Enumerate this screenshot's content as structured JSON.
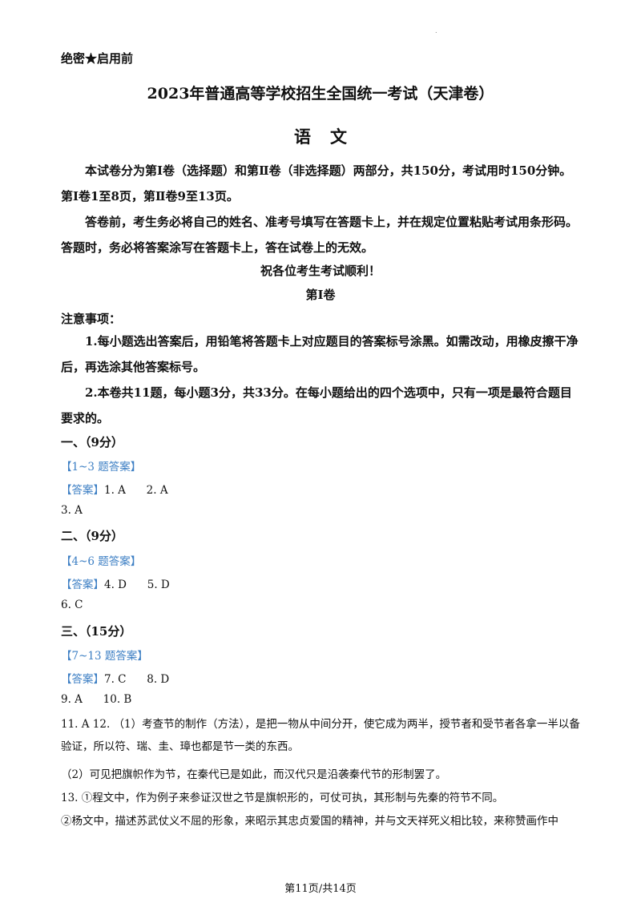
{
  "header": {
    "secret": "绝密★启用前",
    "title": "2023年普通高等学校招生全国统一考试（天津卷）",
    "subject": "语文"
  },
  "intro": {
    "p1": "本试卷分为第Ⅰ卷（选择题）和第Ⅱ卷（非选择题）两部分，共150分，考试用时150分钟。第Ⅰ卷1至8页，第Ⅱ卷9至13页。",
    "p2": "答卷前，考生务必将自己的姓名、准考号填写在答题卡上，并在规定位置粘贴考试用条形码。答题时，务必将答案涂写在答题卡上，答在试卷上的无效。",
    "wish": "祝各位考生考试顺利！",
    "part": "第Ⅰ卷"
  },
  "notes": {
    "heading": "注意事项：",
    "n1": "1.每小题选出答案后，用铅笔将答题卡上对应题目的答案标号涂黑。如需改动，用橡皮擦干净后，再选涂其他答案标号。",
    "n2": "2.本卷共11题，每小题3分，共33分。在每小题给出的四个选项中，只有一项是最符合题目要求的。"
  },
  "sections": [
    {
      "heading": "一、（9分）",
      "tag": "【1~3 题答案】",
      "answer_tag": "【答案】",
      "line1": "1. A      2. A",
      "line2": "3. A"
    },
    {
      "heading": "二、（9分）",
      "tag": "【4~6 题答案】",
      "answer_tag": "【答案】",
      "line1": "4. D      5. D",
      "line2": "6. C"
    },
    {
      "heading": "三、（15分）",
      "tag": "【7~13 题答案】",
      "answer_tag": "【答案】",
      "line1": "7. C      8. D",
      "line2": "9. A      10. B"
    }
  ],
  "answers_text": {
    "a11_12": "11. A      12. （1）考查节的制作（方法），是把一物从中间分开，使它成为两半，授节者和受节者各拿一半以备验证，所以符、瑞、圭、璋也都是节一类的东西。",
    "a12_2": "（2）可见把旗帜作为节，在秦代已是如此，而汉代只是沿袭秦代节的形制罢了。",
    "a13_1": "13. ①程文中，作为例子来参证汉世之节是旗帜形的，可仗可执，其形制与先秦的符节不同。",
    "a13_2": "②杨文中，描述苏武仗义不屈的形象，来昭示其忠贞爱国的精神，并与文天祥死义相比较，来称赞画作中"
  },
  "footer": {
    "page": "第11页/共14页"
  }
}
